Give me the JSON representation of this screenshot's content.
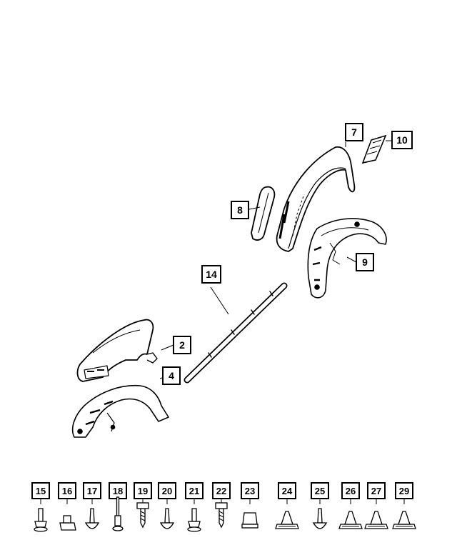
{
  "diagram": {
    "callouts": [
      {
        "id": "c2",
        "label": "2"
      },
      {
        "id": "c4",
        "label": "4"
      },
      {
        "id": "c7",
        "label": "7"
      },
      {
        "id": "c8",
        "label": "8"
      },
      {
        "id": "c9",
        "label": "9"
      },
      {
        "id": "c10",
        "label": "10"
      },
      {
        "id": "c14",
        "label": "14"
      }
    ],
    "fasteners": [
      {
        "label": "15",
        "icon": "bolt-icon"
      },
      {
        "label": "16",
        "icon": "nut-clip-icon"
      },
      {
        "label": "17",
        "icon": "push-pin-icon"
      },
      {
        "label": "18",
        "icon": "rivet-icon"
      },
      {
        "label": "19",
        "icon": "screw-icon"
      },
      {
        "label": "20",
        "icon": "push-pin-icon"
      },
      {
        "label": "21",
        "icon": "bolt-icon"
      },
      {
        "label": "22",
        "icon": "screw-icon"
      },
      {
        "label": "23",
        "icon": "clip-icon"
      },
      {
        "label": "24",
        "icon": "retainer-clip-icon"
      },
      {
        "label": "25",
        "icon": "push-pin-icon"
      },
      {
        "label": "26",
        "icon": "retainer-clip-icon"
      },
      {
        "label": "27",
        "icon": "retainer-clip-icon"
      },
      {
        "label": "29",
        "icon": "retainer-clip-icon"
      }
    ]
  }
}
